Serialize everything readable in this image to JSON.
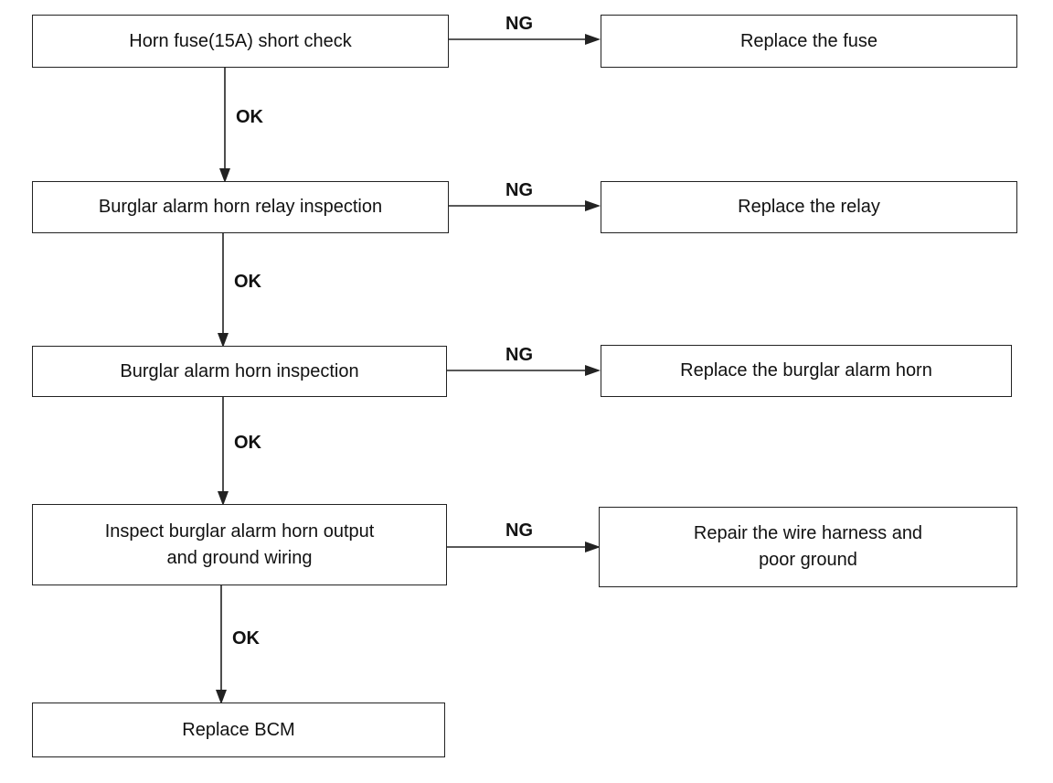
{
  "steps": [
    {
      "check": [
        "Horn fuse(15A) short check"
      ],
      "fail_action": [
        "Replace the fuse"
      ]
    },
    {
      "check": [
        "Burglar alarm horn relay inspection"
      ],
      "fail_action": [
        "Replace the relay"
      ]
    },
    {
      "check": [
        "Burglar alarm horn inspection"
      ],
      "fail_action": [
        "Replace the burglar alarm horn"
      ]
    },
    {
      "check": [
        "Inspect burglar alarm horn output",
        "and ground wiring"
      ],
      "fail_action": [
        "Repair the wire harness and",
        "poor ground"
      ]
    }
  ],
  "final_action": [
    "Replace BCM"
  ],
  "labels": {
    "ok": "OK",
    "ng": "NG"
  },
  "colors": {
    "line": "#222222",
    "background": "#ffffff"
  }
}
